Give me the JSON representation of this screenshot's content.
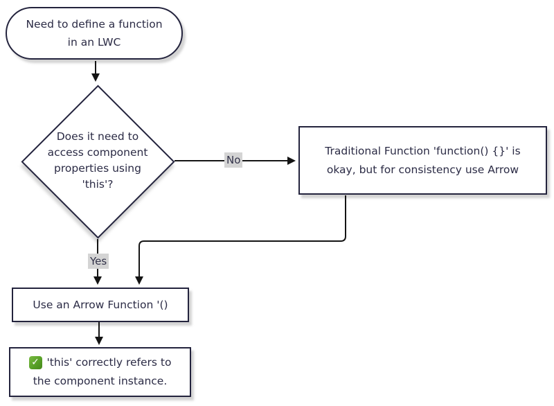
{
  "diagram": {
    "nodes": {
      "start": {
        "lines": [
          "Need to define a function",
          "in an LWC"
        ]
      },
      "decision": {
        "lines": [
          "Does it need to",
          "access component",
          "properties using",
          "'this'?"
        ]
      },
      "traditional": {
        "lines": [
          "Traditional Function 'function() {}' is",
          "okay, but for consistency use Arrow"
        ]
      },
      "arrow_function": {
        "lines": [
          "Use an Arrow Function '()"
        ]
      },
      "result": {
        "icon": "✓",
        "lines": [
          "'this' correctly refers to",
          "the component instance."
        ]
      }
    },
    "edge_labels": {
      "no": "No",
      "yes": "Yes"
    },
    "colors": {
      "node_border": "#23233d",
      "node_fill": "#ffffff",
      "text": "#2b2b45",
      "edge": "#141414",
      "edge_label_bg": "#d4d4d4",
      "check_green": "#559d25"
    }
  }
}
